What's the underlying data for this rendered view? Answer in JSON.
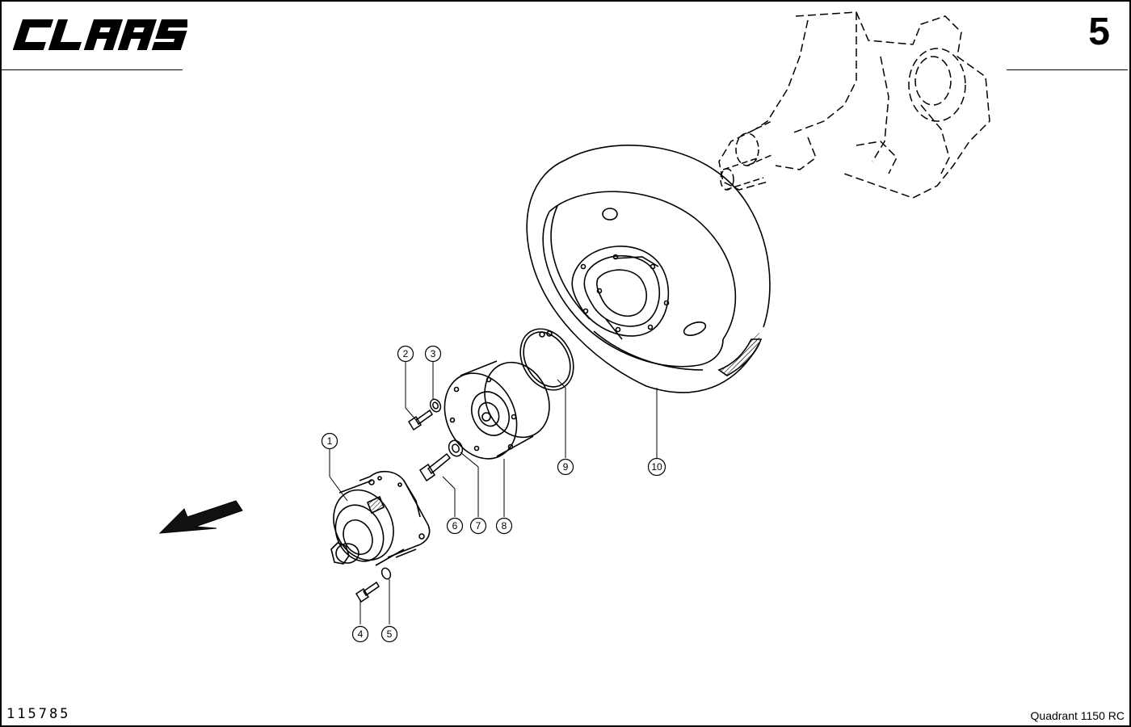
{
  "header": {
    "brand": "CLAAS",
    "page_number": "5"
  },
  "footer": {
    "document_number": "115785",
    "model": "Quadrant 1150 RC"
  },
  "callouts": [
    "1",
    "2",
    "3",
    "4",
    "5",
    "6",
    "7",
    "8",
    "9",
    "10"
  ],
  "colors": {
    "ink": "#000000",
    "paper": "#ffffff"
  }
}
